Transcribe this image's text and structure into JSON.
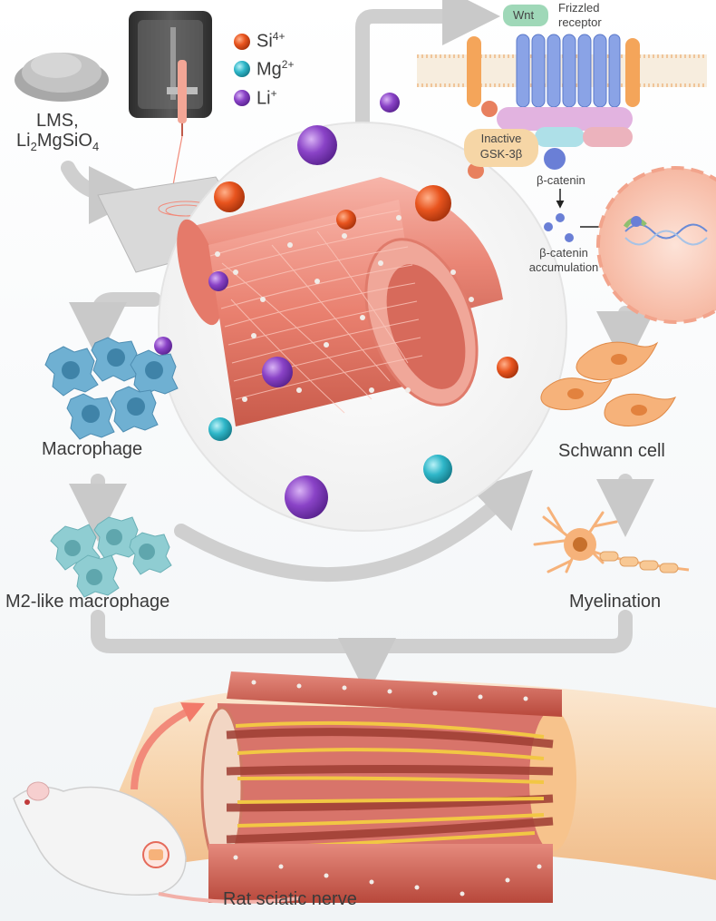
{
  "material": {
    "name": "LMS,",
    "formula_li": "Li",
    "formula_li_sub": "2",
    "formula_mid": "MgSiO",
    "formula_o_sub": "4"
  },
  "legend": {
    "items": [
      {
        "base": "Si",
        "sup": "4+",
        "color": "#e8541e"
      },
      {
        "base": "Mg",
        "sup": "2+",
        "color": "#2fb7c9"
      },
      {
        "base": "Li",
        "sup": "+",
        "color": "#8a43c7"
      }
    ]
  },
  "pathway": {
    "wnt": "Wnt",
    "receptor_line1": "Frizzled",
    "receptor_line2": "receptor",
    "inactive_line1": "Inactive",
    "inactive_line2": "GSK-3β",
    "beta_catenin": "β-catenin",
    "accum_line1": "β-catenin",
    "accum_line2": "accumulation"
  },
  "labels": {
    "macrophage": "Macrophage",
    "m2_macrophage": "M2-like macrophage",
    "schwann_cell": "Schwann cell",
    "myelination": "Myelination",
    "rat_nerve": "Rat sciatic nerve"
  },
  "colors": {
    "scaffold": "#f08a7c",
    "arrow": "#c9c9c9",
    "macrophage": "#5aa7c9",
    "m2": "#7ec3c9",
    "schwann": "#f4a15e",
    "nerve_fiber": "#f2c744"
  }
}
